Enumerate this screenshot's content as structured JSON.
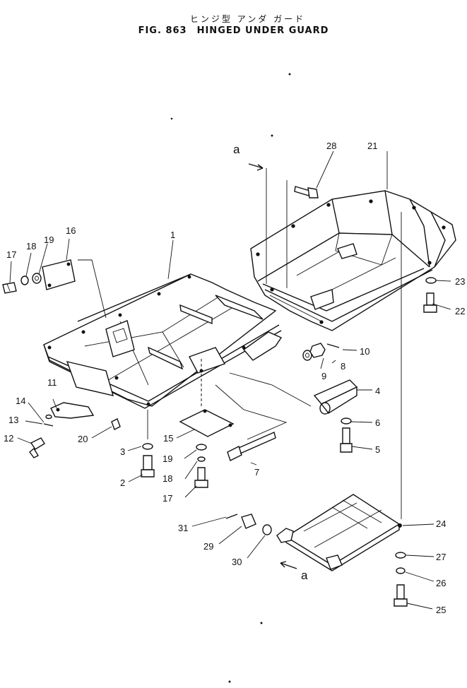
{
  "title": {
    "japanese": "ヒンジ型 アンダ ガード",
    "figure_number": "FIG. 863",
    "name": "HINGED UNDER GUARD"
  },
  "callouts": [
    "1",
    "2",
    "3",
    "4",
    "5",
    "6",
    "7",
    "8",
    "9",
    "10",
    "11",
    "12",
    "13",
    "14",
    "15",
    "16",
    "17",
    "17",
    "18",
    "18",
    "19",
    "19",
    "20",
    "21",
    "22",
    "23",
    "24",
    "25",
    "26",
    "27",
    "28",
    "29",
    "30",
    "31"
  ],
  "reference_mark": "a"
}
